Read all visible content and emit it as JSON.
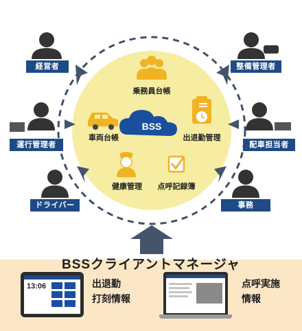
{
  "center": {
    "cloud_label": "BSS"
  },
  "modules": {
    "crew_ledger": "乗務員台帳",
    "vehicle_ledger": "車両台帳",
    "attendance": "出退勤管理",
    "health": "健康管理",
    "rollcall": "点呼記録簿"
  },
  "roles": {
    "management": "経営者",
    "maintenance": "整備管理者",
    "operations": "運行管理者",
    "dispatch": "配車担当者",
    "driver": "ドライバー",
    "office": "事務"
  },
  "product": {
    "title": "BSSクライアントマネージャ",
    "tablet_caption_line1": "出退勤",
    "tablet_caption_line2": "打刻情報",
    "laptop_caption_line1": "点呼実施",
    "laptop_caption_line2": "情報",
    "tablet_clock": "13:06"
  },
  "colors": {
    "navy": "#1e4a86",
    "circle_fill": "#f6eda3",
    "icon_gold": "#f0b323",
    "cloud_blue": "#1a4fa0",
    "arrow_gray": "#44556b",
    "band": "#fbe7c6"
  },
  "icons": [
    "people-group-icon",
    "car-icon",
    "clipboard-clock-icon",
    "nurse-icon",
    "checkbox-icon",
    "cloud-icon",
    "person-icon",
    "tablet-icon",
    "laptop-icon"
  ]
}
